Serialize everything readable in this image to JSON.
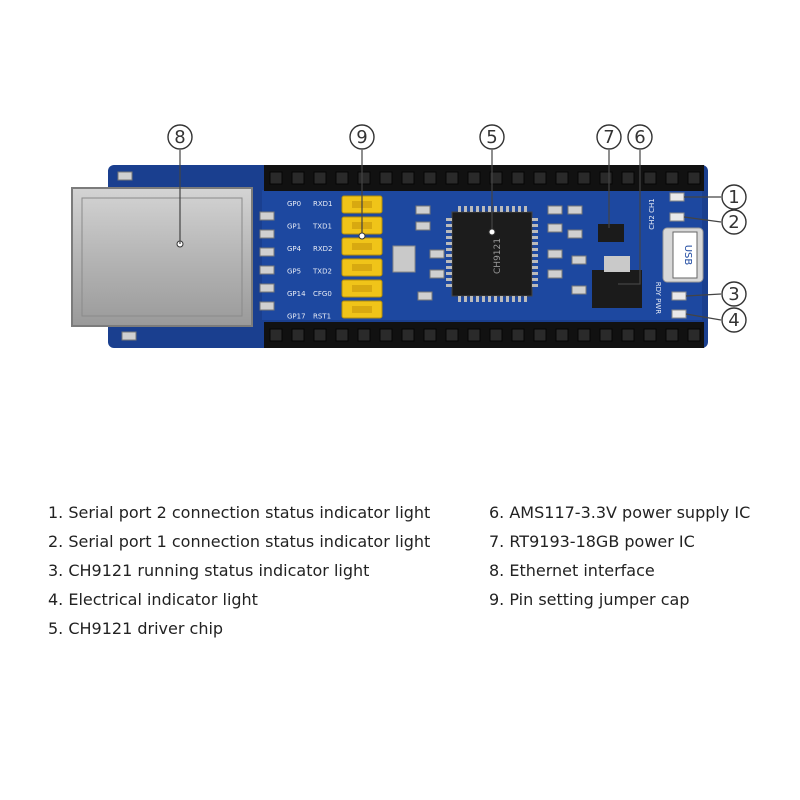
{
  "callouts": [
    {
      "id": "c1",
      "label": "1"
    },
    {
      "id": "c2",
      "label": "2"
    },
    {
      "id": "c3",
      "label": "3"
    },
    {
      "id": "c4",
      "label": "4"
    },
    {
      "id": "c5",
      "label": "5"
    },
    {
      "id": "c6",
      "label": "6"
    },
    {
      "id": "c7",
      "label": "7"
    },
    {
      "id": "c8",
      "label": "8"
    },
    {
      "id": "c9",
      "label": "9"
    }
  ],
  "board": {
    "pin_labels": [
      {
        "gp": "GP0",
        "fn": "RXD1"
      },
      {
        "gp": "GP1",
        "fn": "TXD1"
      },
      {
        "gp": "GP4",
        "fn": "RXD2"
      },
      {
        "gp": "GP5",
        "fn": "TXD2"
      },
      {
        "gp": "GP14",
        "fn": "CFG0"
      },
      {
        "gp": "GP17",
        "fn": "RST1"
      }
    ],
    "chip_text": "CH9121",
    "usb_label": "USB",
    "ch_label": "CH2 CH1",
    "pwr_label": "RDY PWR"
  },
  "legend": {
    "left": [
      "1. Serial port 2 connection status indicator light",
      "2. Serial port 1 connection status indicator light",
      "3. CH9121 running status indicator light",
      "4. Electrical indicator light",
      "5. CH9121 driver chip"
    ],
    "right": [
      "6. AMS117-3.3V power supply IC",
      "7. RT9193-18GB power IC",
      "8. Ethernet interface",
      "9. Pin setting jumper cap"
    ]
  }
}
